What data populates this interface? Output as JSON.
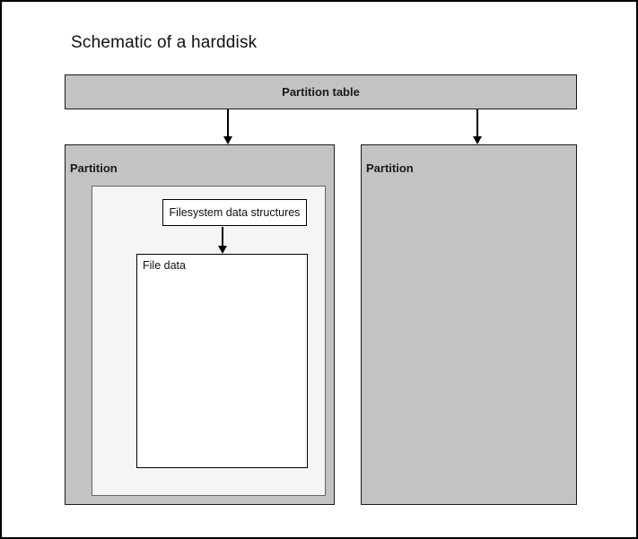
{
  "diagram": {
    "title": "Schematic of a harddisk",
    "partition_table": {
      "label": "Partition table"
    },
    "partitions": [
      {
        "label": "Partition"
      },
      {
        "label": "Partition"
      }
    ],
    "filesystem_box": {
      "label": "Filesystem data structures"
    },
    "file_data_box": {
      "label": "File data"
    },
    "arrows": [
      {
        "from": "partition-table",
        "to": "partition-left"
      },
      {
        "from": "partition-table",
        "to": "partition-right"
      },
      {
        "from": "filesystem-data-structures",
        "to": "file-data"
      }
    ],
    "colors": {
      "partition-fill": "#c3c3c3",
      "partition-border": "#1a1a1a",
      "inner-fill": "#f5f5f5",
      "inner-border": "#666666",
      "white-box-fill": "#ffffff",
      "white-box-border": "#000000",
      "text-color": "#1a1a1a",
      "arrow-color": "#000000",
      "canvas-bg": "#ffffff",
      "frame-border": "#000000"
    }
  }
}
